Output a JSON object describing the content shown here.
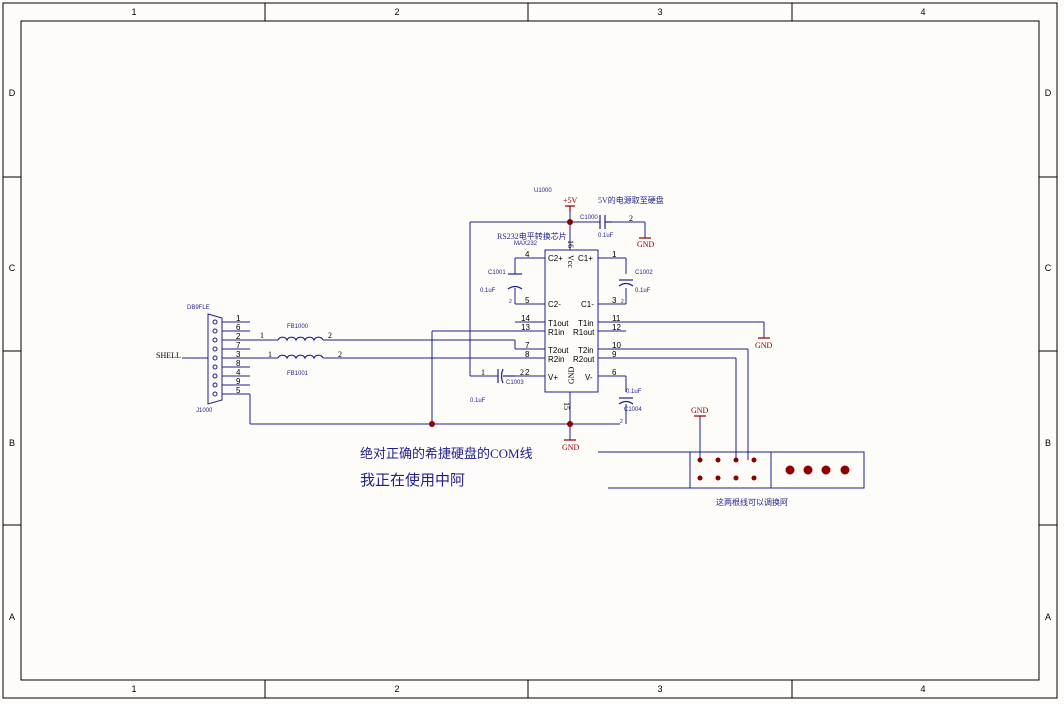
{
  "border": {
    "columns": [
      "1",
      "2",
      "3",
      "4"
    ],
    "rows": [
      "D",
      "C",
      "B",
      "A"
    ]
  },
  "colors": {
    "paper": "#fdfcf8",
    "frame": "#000000",
    "wire": "#1f1f8c",
    "junction": "#8b0000",
    "text": "#1f1f8c",
    "power": "#8b0000"
  },
  "connector": {
    "name": "DB9FLE",
    "designator": "J1000",
    "shell": "SHELL",
    "pins": [
      "1",
      "6",
      "2",
      "7",
      "3",
      "8",
      "4",
      "9",
      "5"
    ]
  },
  "ferrites": [
    {
      "name": "FB1000",
      "pin1": "1",
      "pin2": "2"
    },
    {
      "name": "FB1001",
      "pin1": "1",
      "pin2": "2"
    }
  ],
  "chip": {
    "designator": "U1000",
    "title": "RS232电平转换芯片",
    "part": "MAX232",
    "left_pins": [
      {
        "num": "4",
        "name": "C2+"
      },
      {
        "num": "5",
        "name": "C2-"
      },
      {
        "num": "14",
        "name": "T1out"
      },
      {
        "num": "13",
        "name": "R1in"
      },
      {
        "num": "7",
        "name": "T2out"
      },
      {
        "num": "8",
        "name": "R2in"
      },
      {
        "num": "2",
        "name": "V+"
      }
    ],
    "right_pins": [
      {
        "num": "1",
        "name": "C1+"
      },
      {
        "num": "3",
        "name": "C1-"
      },
      {
        "num": "11",
        "name": "T1in"
      },
      {
        "num": "12",
        "name": "R1out"
      },
      {
        "num": "10",
        "name": "T2in"
      },
      {
        "num": "9",
        "name": "R2out"
      },
      {
        "num": "6",
        "name": "V-"
      }
    ],
    "vcc": {
      "num": "16",
      "name": "Vcc"
    },
    "gnd": {
      "num": "15",
      "name": "GND"
    }
  },
  "capacitors": [
    {
      "name": "C1000",
      "value": "0.1uF",
      "pin2": "2"
    },
    {
      "name": "C1001",
      "value": "0.1uF",
      "mark": "2"
    },
    {
      "name": "C1002",
      "value": "0.1uF",
      "mark": "2"
    },
    {
      "name": "C1003",
      "value": "0.1uF",
      "pin1": "1",
      "pin2": "2"
    },
    {
      "name": "C1004",
      "value": "0.1uF",
      "mark": "2"
    }
  ],
  "power": {
    "vcc_label": "+5V",
    "gnd_label": "GND",
    "vcc_note": "5V的电源取至硬盘"
  },
  "notes": {
    "line1": "绝对正确的希捷硬盘的COM线",
    "line2": "我正在使用中阿",
    "swap": "这两根线可以调换阿"
  }
}
